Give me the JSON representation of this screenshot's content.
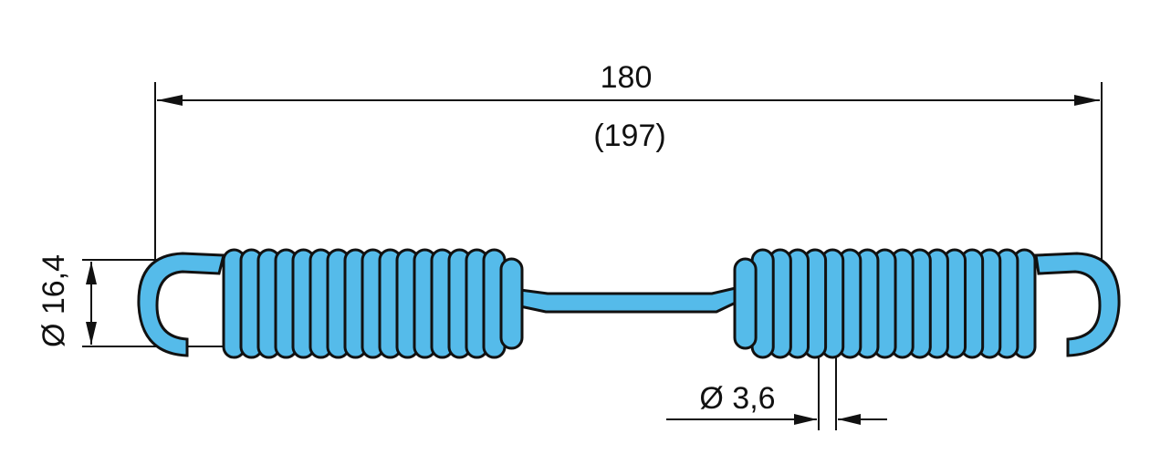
{
  "dimensions": {
    "length": "180",
    "length_extended": "(197)",
    "outer_diameter": "Ø 16,4",
    "wire_diameter": "Ø 3,6"
  },
  "colors": {
    "spring": "#55bbea",
    "outline": "#111111"
  },
  "spring": {
    "coils_per_side": 17
  }
}
